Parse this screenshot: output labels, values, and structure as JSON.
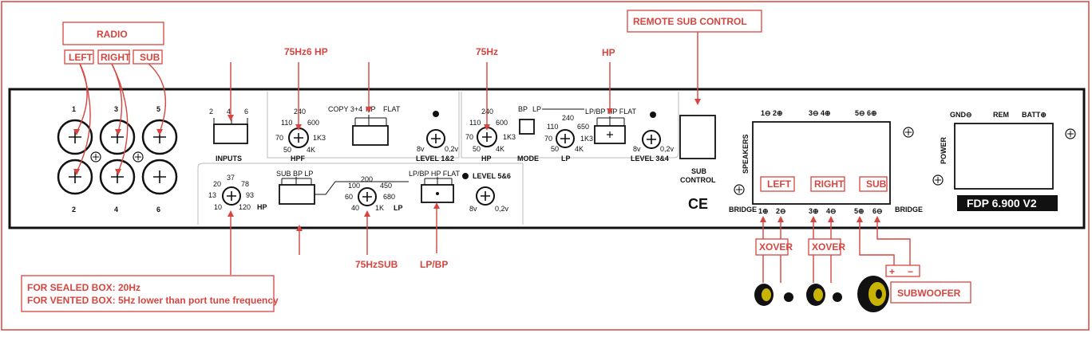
{
  "callouts": {
    "radio": "RADIO",
    "left": "LEFT",
    "right": "RIGHT",
    "sub": "SUB",
    "hp_75hz_6": "75Hz6 HP",
    "hz75": "75Hz",
    "hp": "HP",
    "remote": "REMOTE SUB CONTROL",
    "hz75sub": "75HzSUB",
    "lpbp": "LP/BP",
    "sealed": "FOR SEALED BOX: 20Hz",
    "vented": "FOR VENTED BOX: 5Hz lower than port tune frequency",
    "xover1": "XOVER",
    "xover2": "XOVER",
    "subwoofer": "SUBWOOFER",
    "spk_left": "LEFT",
    "spk_right": "RIGHT",
    "spk_sub": "SUB",
    "plus": "+",
    "minus": "−"
  },
  "panel": {
    "rca_top": [
      "1",
      "3",
      "5"
    ],
    "rca_bottom": [
      "2",
      "4",
      "6"
    ],
    "inputs_scale": [
      "2",
      "4",
      "6"
    ],
    "inputs": "INPUTS",
    "hpf": "HPF",
    "hpf_scale": [
      "240",
      "110",
      "600",
      "70",
      "1K3",
      "50",
      "4K"
    ],
    "copy": "COPY 3+4",
    "hp_small": "HP",
    "flat": "FLAT",
    "level12": "LEVEL 1&2",
    "level_scale": [
      "8v",
      "0,2v"
    ],
    "bp": "BP",
    "lp": "LP",
    "hp_lbl": "HP",
    "mode": "MODE",
    "lp_lbl": "LP",
    "lpbp_hp_flat": "LP/BP  HP  FLAT",
    "level34": "LEVEL 3&4",
    "sub_control": "SUB",
    "control": "CONTROL",
    "ce": "CE",
    "speakers": "SPEAKERS",
    "spk_top": [
      "1⊖ 2⊕",
      "3⊖ 4⊕",
      "5⊖ 6⊕"
    ],
    "spk_bottom": [
      "1⊕",
      "2⊖",
      "3⊕",
      "4⊖",
      "5⊕",
      "6⊖"
    ],
    "bridge": "BRIDGE",
    "bridge2": "BRIDGE",
    "power": "POWER",
    "gnd": "GND⊖",
    "rem": "REM",
    "batt": "BATT⊕",
    "model": "FDP 6.900 V2",
    "subhp_scale": [
      "37",
      "20",
      "78",
      "13",
      "93",
      "10",
      "120"
    ],
    "subhp": "HP",
    "sub_bp_lp": "SUB  BP  LP",
    "sublp_scale": [
      "200",
      "100",
      "450",
      "60",
      "680",
      "40",
      "1K"
    ],
    "sublp": "LP",
    "lpbp_hp_flat2": "LP/BP  HP  FLAT",
    "level56": "LEVEL 5&6",
    "level_scale2": [
      "8v",
      "0,2v"
    ],
    "lp_scale": [
      "240",
      "110",
      "650",
      "70",
      "1K3",
      "50",
      "4K"
    ]
  },
  "colors": {
    "accent": "#d6453f",
    "ink": "#111111",
    "panel_bg": "#ffffff"
  }
}
